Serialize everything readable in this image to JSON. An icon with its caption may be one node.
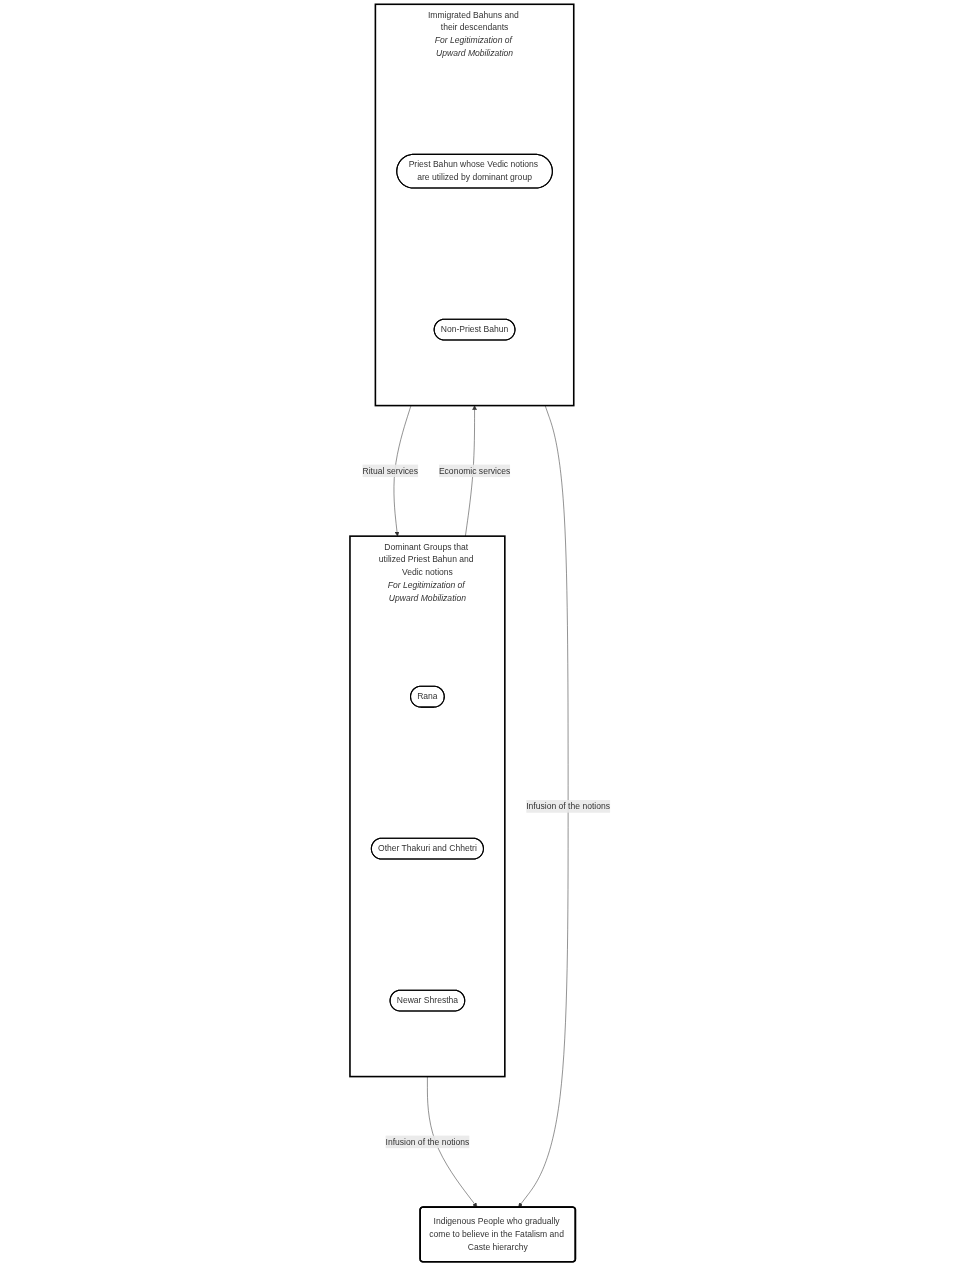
{
  "diagram": {
    "nodes": [
      {
        "text": [
          "Dominant Groups that utilized Priest Bahun and Vedic notions"
        ],
        "beside": [
          "For Legitimization of Upward Mobilization"
        ]
      },
      {
        "text": [
          "Rana"
        ],
        "in": 0
      },
      {
        "text": [
          "Other Thakuri and Chhetri"
        ],
        "in": 0
      },
      {
        "text": [
          "Newar Shrestha"
        ],
        "in": 0
      },
      {
        "text": [
          "Immigrated Bahuns and their descendants"
        ],
        "beside": [
          "For Legitimization of Upward Mobilization"
        ]
      },
      {
        "text": [
          "Priest Bahun whose Vedic notions are utilized by dominant group"
        ],
        "in": 4
      },
      {
        "text": [
          "Non-Priest Bahun"
        ],
        "in": 4
      },
      {
        "text": [
          "Indigenous People who gradually come to believe in the Fatalism and Caste hierarchy"
        ]
      }
    ],
    "edges": [
      {
        "from": 4,
        "to": 0,
        "arrow": "to",
        "label": "Ritual services"
      },
      {
        "from": 0,
        "to": 4,
        "arrow": "to",
        "label": "Economic services"
      },
      {
        "from": 0,
        "to": 7,
        "arrow": "to",
        "label": "Infusion of the notions"
      },
      {
        "from": 4,
        "to": 7,
        "arrow": "to",
        "label": "Infusion of the notions"
      }
    ]
  }
}
